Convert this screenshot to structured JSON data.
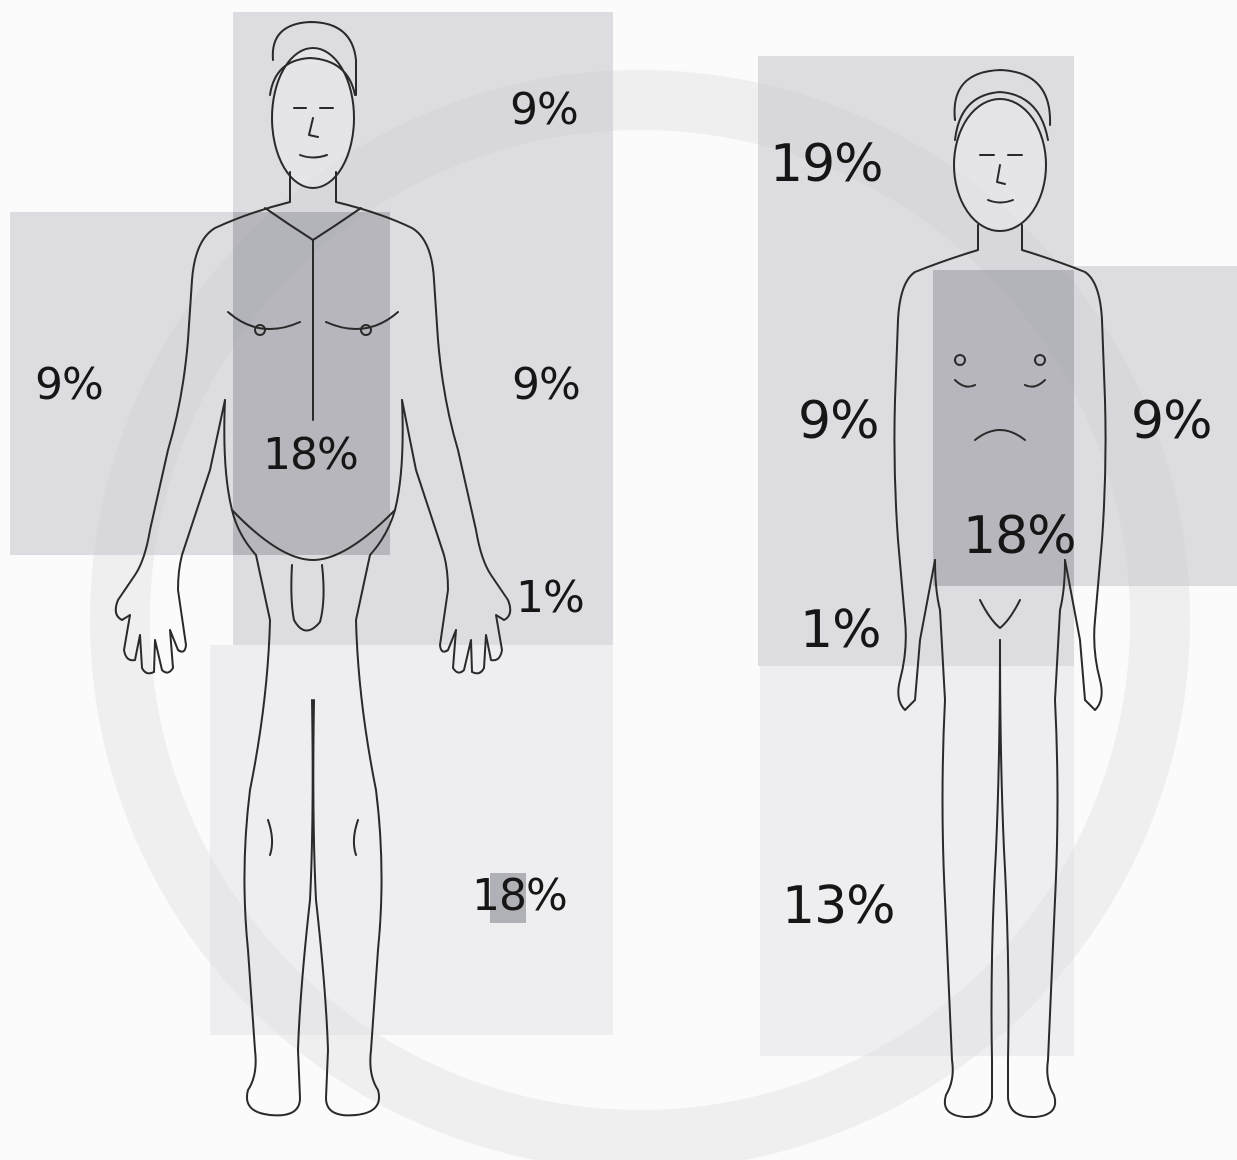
{
  "adult": {
    "head": "9%",
    "left_arm": "9%",
    "right_arm": "9%",
    "trunk": "18%",
    "genitals": "1%",
    "legs": "18%"
  },
  "child": {
    "head": "19%",
    "left_arm": "9%",
    "right_arm": "9%",
    "trunk": "18%",
    "genitals": "1%",
    "legs": "13%"
  },
  "colors": {
    "light_zone": "#c4c4cc",
    "dark_zone": "#96969e",
    "outline": "#2a2a2a",
    "background": "#fbfbfb"
  }
}
